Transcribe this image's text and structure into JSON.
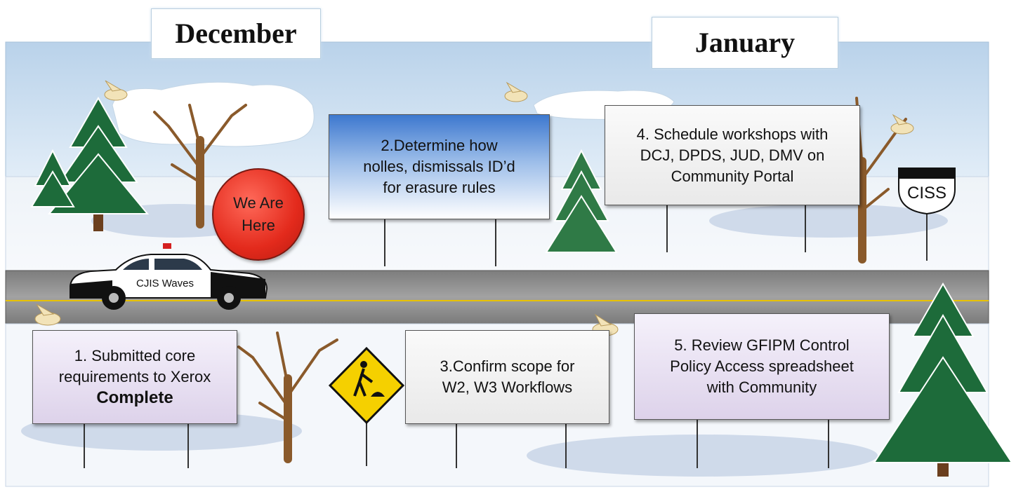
{
  "months": {
    "december": "December",
    "january": "January"
  },
  "marker": {
    "line1": "We Are",
    "line2": "Here"
  },
  "car": {
    "label": "CJIS Waves"
  },
  "route_shield": {
    "label": "CISS"
  },
  "steps": [
    {
      "lines": [
        "1. Submitted core",
        "requirements to Xerox"
      ],
      "status": "Complete"
    },
    {
      "lines": [
        "2.Determine how",
        "nolles, dismissals ID’d",
        "for erasure rules"
      ]
    },
    {
      "lines": [
        "3.Confirm scope for",
        "W2, W3 Workflows"
      ]
    },
    {
      "lines": [
        "4. Schedule workshops with",
        "DCJ, DPDS, JUD, DMV on",
        "Community Portal"
      ]
    },
    {
      "lines": [
        "5. Review GFIPM Control",
        "Policy Access spreadsheet",
        "with Community"
      ]
    }
  ],
  "colors": {
    "sky": "#c7dcf0",
    "road": "#8f8f8f",
    "road_line": "#e8c200",
    "marker": "#e32a1c",
    "blue_sign": "#3d78cf"
  }
}
